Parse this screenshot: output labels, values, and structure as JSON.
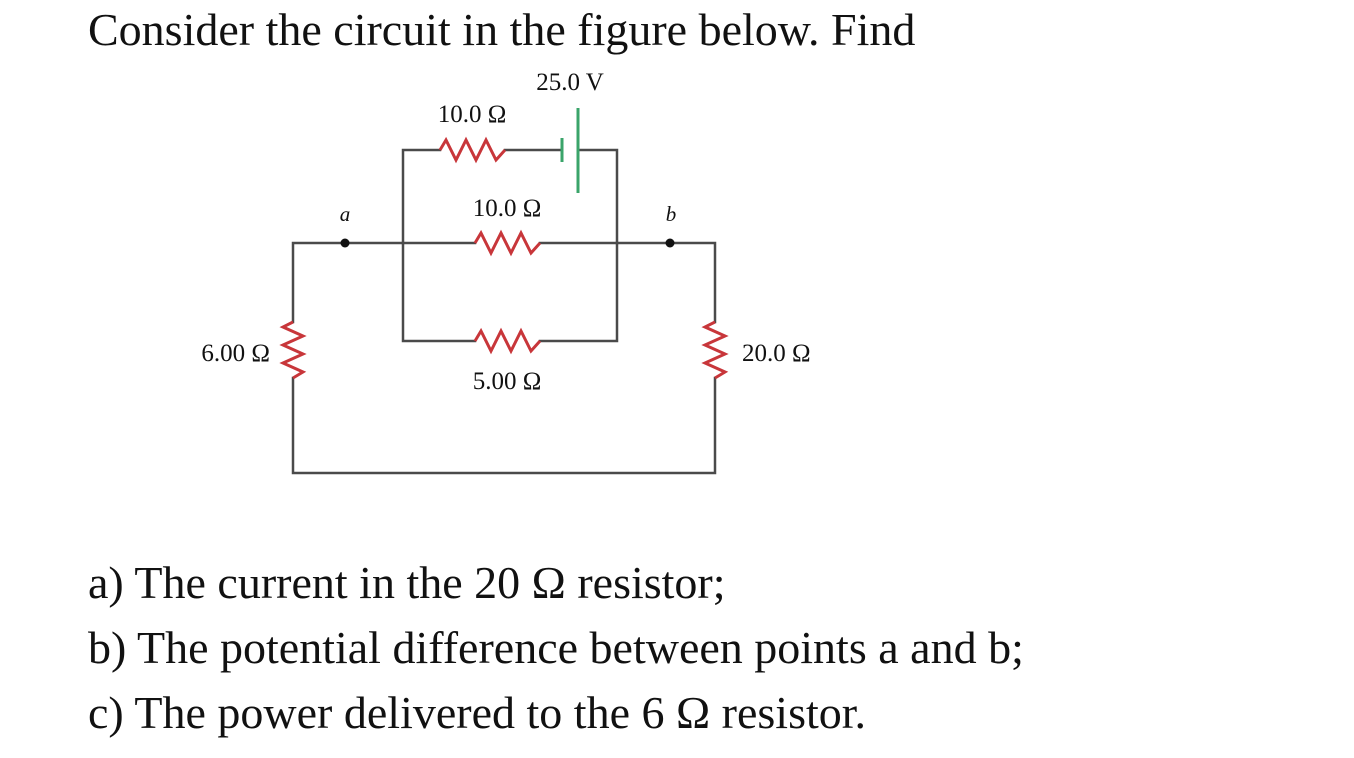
{
  "problem": {
    "intro": "Consider the circuit in the figure below. Find",
    "questions": [
      "a) The current in the 20 Ω resistor;",
      "b) The potential difference between points a and b;",
      "c) The power delivered to the 6 Ω resistor."
    ]
  },
  "circuit": {
    "battery_label": "25.0 V",
    "top_resistor_label": "10.0 Ω",
    "middle_resistor_label": "10.0 Ω",
    "bottom_resistor_label": "5.00 Ω",
    "left_resistor_label": "6.00 Ω",
    "right_resistor_label": "20.0 Ω",
    "node_a_label": "a",
    "node_b_label": "b"
  },
  "colors": {
    "wire": "#4a4a4a",
    "resistor": "#c8363a",
    "battery": "#3aa46a",
    "text": "#111111"
  }
}
